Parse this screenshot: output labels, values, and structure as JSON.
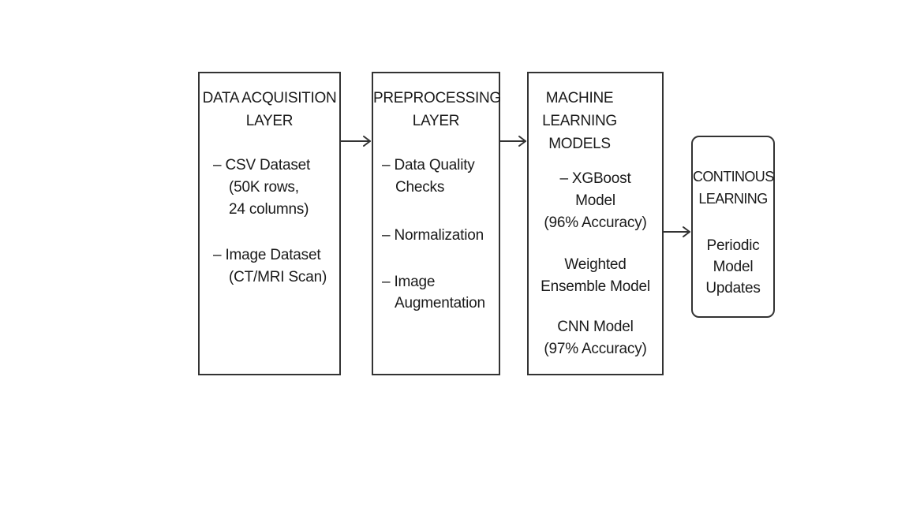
{
  "boxes": {
    "acquisition": {
      "title": "DATA ACQUISITION\nLAYER",
      "items": [
        "– CSV Dataset",
        "(50K rows,\n24 columns)",
        "– Image Dataset",
        "(CT/MRI Scan)"
      ]
    },
    "preprocessing": {
      "title": "PREPROCESSING\nLAYER",
      "items": [
        "– Data Quality",
        "Checks",
        "– Normalization",
        "– Image",
        "Augmentation"
      ]
    },
    "ml_models": {
      "title": "MACHINE\nLEARNING\nMODELS",
      "items": [
        "– XGBoost\nModel\n(96% Accuracy)",
        "Weighted\nEnsemble Model",
        "CNN Model\n(97% Accuracy)"
      ]
    },
    "continuous": {
      "title": "CONTINOUS\nLEARNING",
      "items": [
        "Periodic\nModel\nUpdates"
      ]
    }
  },
  "colors": {
    "border": "#333333",
    "arrow": "#333333",
    "text": "#1a1a1a"
  }
}
